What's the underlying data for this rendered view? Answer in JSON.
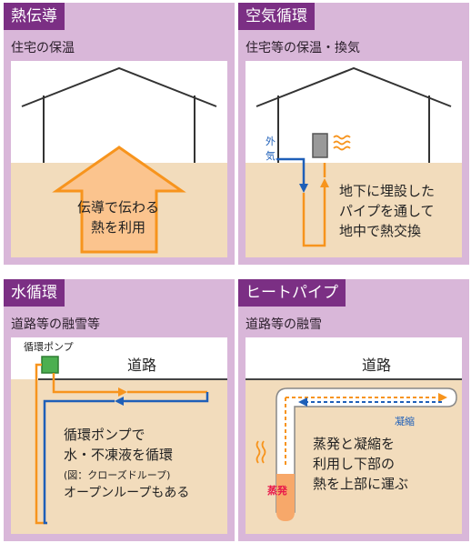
{
  "panels": {
    "conduction": {
      "tag": "熱伝導",
      "subtitle": "住宅の保温",
      "arrow_text": [
        "伝導で伝わる",
        "熱を利用"
      ]
    },
    "air": {
      "tag": "空気循環",
      "subtitle": "住宅等の保温・換気",
      "outside_air": [
        "外",
        "気"
      ],
      "body": [
        "地下に埋設した",
        "パイプを通して",
        "地中で熱交換"
      ]
    },
    "water": {
      "tag": "水循環",
      "subtitle": "道路等の融雪等",
      "pump_label": "循環ポンプ",
      "road_label": "道路",
      "body": [
        "循環ポンプで",
        "水・不凍液を循環"
      ],
      "note": "(図：クローズドループ)",
      "body2": "オープンループもある"
    },
    "heatpipe": {
      "tag": "ヒートパイプ",
      "subtitle": "道路等の融雪",
      "road_label": "道路",
      "condense_label": "凝縮",
      "evaporate_label": "蒸発",
      "body": [
        "蒸発と凝縮を",
        "利用し下部の",
        "熱を上部に運ぶ"
      ]
    }
  },
  "colors": {
    "panel_bg": "#d9b7d9",
    "tag_bg": "#7b2f84",
    "soil": "#f2dcbc",
    "arrow_orange": "#f7941d",
    "arrow_blue": "#1e5fb8",
    "pump_green": "#4caf50"
  }
}
